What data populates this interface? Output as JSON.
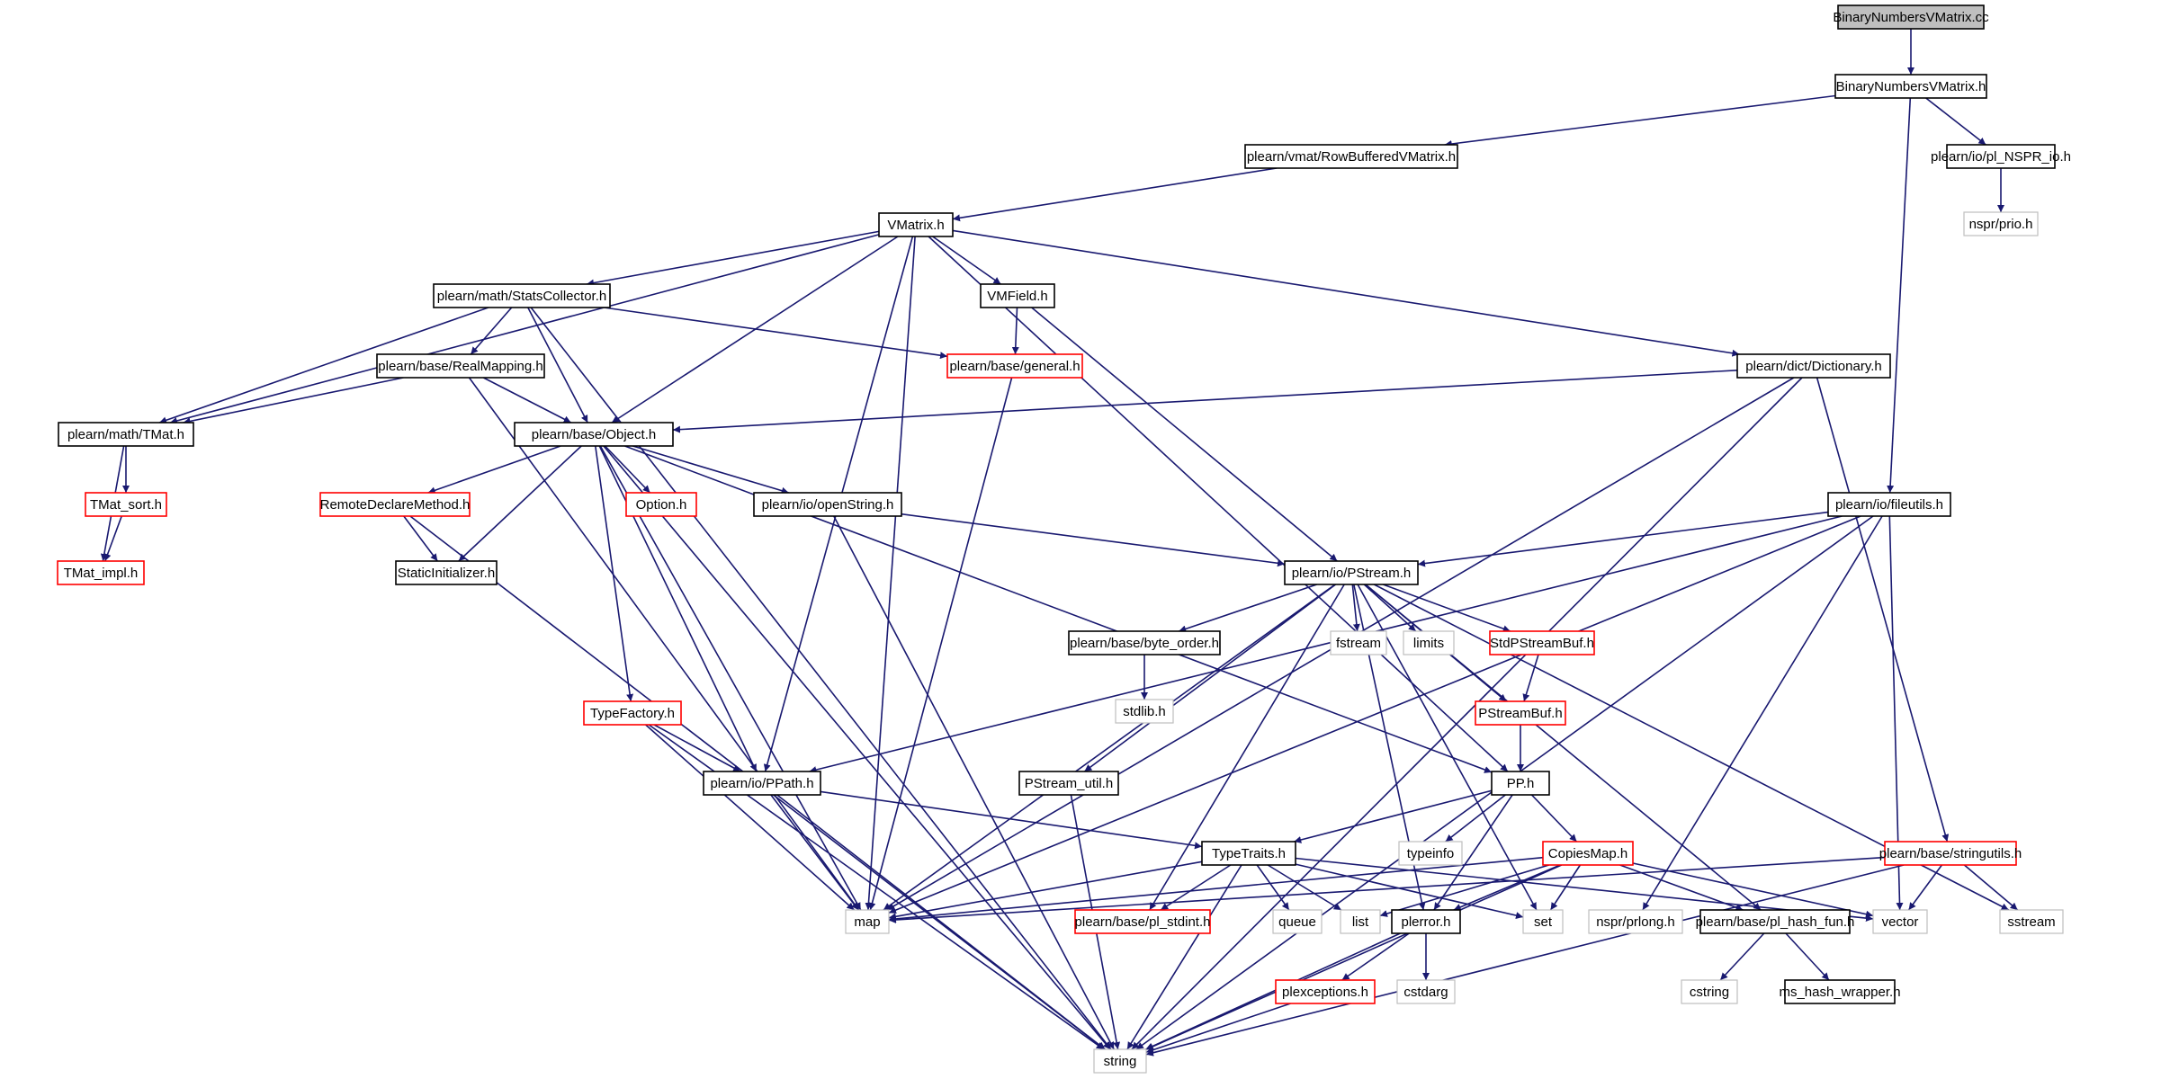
{
  "colors": {
    "edge": "#191970",
    "normal_border": "#000000",
    "truncated_border": "#ff0000",
    "system_border": "#bfbfbf",
    "root_fill": "#bfbfbf",
    "fill": "#ffffff"
  },
  "nodes": [
    {
      "id": "root",
      "label": "BinaryNumbersVMatrix.cc",
      "style": "root"
    },
    {
      "id": "bnvm",
      "label": "BinaryNumbersVMatrix.h",
      "style": "normal"
    },
    {
      "id": "rbvm",
      "label": "plearn/vmat/RowBufferedVMatrix.h",
      "style": "normal"
    },
    {
      "id": "nspr",
      "label": "plearn/io/pl_NSPR_io.h",
      "style": "normal"
    },
    {
      "id": "prio",
      "label": "nspr/prio.h",
      "style": "system"
    },
    {
      "id": "vmatrix",
      "label": "VMatrix.h",
      "style": "normal"
    },
    {
      "id": "stats",
      "label": "plearn/math/StatsCollector.h",
      "style": "normal"
    },
    {
      "id": "vmfield",
      "label": "VMField.h",
      "style": "normal"
    },
    {
      "id": "realmap",
      "label": "plearn/base/RealMapping.h",
      "style": "normal"
    },
    {
      "id": "general",
      "label": "plearn/base/general.h",
      "style": "truncated"
    },
    {
      "id": "dict",
      "label": "plearn/dict/Dictionary.h",
      "style": "normal"
    },
    {
      "id": "tmat",
      "label": "plearn/math/TMat.h",
      "style": "normal"
    },
    {
      "id": "object",
      "label": "plearn/base/Object.h",
      "style": "normal"
    },
    {
      "id": "fileutils",
      "label": "plearn/io/fileutils.h",
      "style": "normal"
    },
    {
      "id": "tmatsort",
      "label": "TMat_sort.h",
      "style": "truncated"
    },
    {
      "id": "remote",
      "label": "RemoteDeclareMethod.h",
      "style": "truncated"
    },
    {
      "id": "option",
      "label": "Option.h",
      "style": "truncated"
    },
    {
      "id": "openstring",
      "label": "plearn/io/openString.h",
      "style": "normal"
    },
    {
      "id": "tmatimpl",
      "label": "TMat_impl.h",
      "style": "truncated"
    },
    {
      "id": "staticinit",
      "label": "StaticInitializer.h",
      "style": "normal"
    },
    {
      "id": "pstream",
      "label": "plearn/io/PStream.h",
      "style": "normal"
    },
    {
      "id": "byteorder",
      "label": "plearn/base/byte_order.h",
      "style": "normal"
    },
    {
      "id": "fstream",
      "label": "fstream",
      "style": "system"
    },
    {
      "id": "limits",
      "label": "limits",
      "style": "system"
    },
    {
      "id": "stdpsb",
      "label": "StdPStreamBuf.h",
      "style": "truncated"
    },
    {
      "id": "stdlib",
      "label": "stdlib.h",
      "style": "system"
    },
    {
      "id": "psb",
      "label": "PStreamBuf.h",
      "style": "truncated"
    },
    {
      "id": "typefactory",
      "label": "TypeFactory.h",
      "style": "truncated"
    },
    {
      "id": "ppath",
      "label": "plearn/io/PPath.h",
      "style": "normal"
    },
    {
      "id": "psutil",
      "label": "PStream_util.h",
      "style": "normal"
    },
    {
      "id": "pp",
      "label": "PP.h",
      "style": "normal"
    },
    {
      "id": "typeinfo",
      "label": "typeinfo",
      "style": "system"
    },
    {
      "id": "typetraits",
      "label": "TypeTraits.h",
      "style": "normal"
    },
    {
      "id": "copiesmap",
      "label": "CopiesMap.h",
      "style": "truncated"
    },
    {
      "id": "stringutils",
      "label": "plearn/base/stringutils.h",
      "style": "truncated"
    },
    {
      "id": "map",
      "label": "map",
      "style": "system"
    },
    {
      "id": "plstdint",
      "label": "plearn/base/pl_stdint.h",
      "style": "truncated"
    },
    {
      "id": "queue",
      "label": "queue",
      "style": "system"
    },
    {
      "id": "list",
      "label": "list",
      "style": "system"
    },
    {
      "id": "plerror",
      "label": "plerror.h",
      "style": "normal"
    },
    {
      "id": "set",
      "label": "set",
      "style": "system"
    },
    {
      "id": "prlong",
      "label": "nspr/prlong.h",
      "style": "system"
    },
    {
      "id": "hashfun",
      "label": "plearn/base/pl_hash_fun.h",
      "style": "normal"
    },
    {
      "id": "vector",
      "label": "vector",
      "style": "system"
    },
    {
      "id": "sstream",
      "label": "sstream",
      "style": "system"
    },
    {
      "id": "plexc",
      "label": "plexceptions.h",
      "style": "truncated"
    },
    {
      "id": "cstdarg",
      "label": "cstdarg",
      "style": "system"
    },
    {
      "id": "cstring",
      "label": "cstring",
      "style": "system"
    },
    {
      "id": "mshash",
      "label": "ms_hash_wrapper.h",
      "style": "normal"
    },
    {
      "id": "string",
      "label": "string",
      "style": "system"
    }
  ],
  "edges": [
    [
      "root",
      "bnvm"
    ],
    [
      "bnvm",
      "rbvm"
    ],
    [
      "bnvm",
      "nspr"
    ],
    [
      "bnvm",
      "fileutils"
    ],
    [
      "nspr",
      "prio"
    ],
    [
      "rbvm",
      "vmatrix"
    ],
    [
      "vmatrix",
      "stats"
    ],
    [
      "vmatrix",
      "vmfield"
    ],
    [
      "vmatrix",
      "dict"
    ],
    [
      "vmatrix",
      "tmat"
    ],
    [
      "vmatrix",
      "object"
    ],
    [
      "vmatrix",
      "map"
    ],
    [
      "vmatrix",
      "ppath"
    ],
    [
      "vmatrix",
      "pp"
    ],
    [
      "stats",
      "realmap"
    ],
    [
      "stats",
      "general"
    ],
    [
      "stats",
      "tmat"
    ],
    [
      "stats",
      "object"
    ],
    [
      "stats",
      "string"
    ],
    [
      "vmfield",
      "general"
    ],
    [
      "vmfield",
      "pstream"
    ],
    [
      "realmap",
      "object"
    ],
    [
      "realmap",
      "tmat"
    ],
    [
      "realmap",
      "map"
    ],
    [
      "general",
      "map"
    ],
    [
      "dict",
      "object"
    ],
    [
      "dict",
      "map"
    ],
    [
      "dict",
      "stringutils"
    ],
    [
      "dict",
      "string"
    ],
    [
      "tmat",
      "tmatsort"
    ],
    [
      "tmat",
      "tmatimpl"
    ],
    [
      "tmatsort",
      "tmatimpl"
    ],
    [
      "object",
      "remote"
    ],
    [
      "object",
      "option"
    ],
    [
      "object",
      "openstring"
    ],
    [
      "object",
      "staticinit"
    ],
    [
      "object",
      "typefactory"
    ],
    [
      "object",
      "ppath"
    ],
    [
      "object",
      "map"
    ],
    [
      "object",
      "string"
    ],
    [
      "object",
      "pp"
    ],
    [
      "remote",
      "staticinit"
    ],
    [
      "remote",
      "string"
    ],
    [
      "openstring",
      "pstream"
    ],
    [
      "openstring",
      "string"
    ],
    [
      "fileutils",
      "pstream"
    ],
    [
      "fileutils",
      "ppath"
    ],
    [
      "fileutils",
      "map"
    ],
    [
      "fileutils",
      "vector"
    ],
    [
      "fileutils",
      "prlong"
    ],
    [
      "fileutils",
      "string"
    ],
    [
      "pstream",
      "byteorder"
    ],
    [
      "pstream",
      "fstream"
    ],
    [
      "pstream",
      "limits"
    ],
    [
      "pstream",
      "stdpsb"
    ],
    [
      "pstream",
      "psb"
    ],
    [
      "pstream",
      "psutil"
    ],
    [
      "pstream",
      "plerror"
    ],
    [
      "pstream",
      "plstdint"
    ],
    [
      "pstream",
      "map"
    ],
    [
      "pstream",
      "set"
    ],
    [
      "pstream",
      "hashfun"
    ],
    [
      "pstream",
      "sstream"
    ],
    [
      "byteorder",
      "stdlib"
    ],
    [
      "stdpsb",
      "psb"
    ],
    [
      "psb",
      "pp"
    ],
    [
      "typefactory",
      "ppath"
    ],
    [
      "typefactory",
      "map"
    ],
    [
      "typefactory",
      "string"
    ],
    [
      "ppath",
      "typetraits"
    ],
    [
      "ppath",
      "map"
    ],
    [
      "ppath",
      "string"
    ],
    [
      "psutil",
      "string"
    ],
    [
      "pp",
      "typeinfo"
    ],
    [
      "pp",
      "typetraits"
    ],
    [
      "pp",
      "copiesmap"
    ],
    [
      "pp",
      "plerror"
    ],
    [
      "typetraits",
      "map"
    ],
    [
      "typetraits",
      "plstdint"
    ],
    [
      "typetraits",
      "queue"
    ],
    [
      "typetraits",
      "list"
    ],
    [
      "typetraits",
      "set"
    ],
    [
      "typetraits",
      "vector"
    ],
    [
      "typetraits",
      "string"
    ],
    [
      "copiesmap",
      "map"
    ],
    [
      "copiesmap",
      "list"
    ],
    [
      "copiesmap",
      "plerror"
    ],
    [
      "copiesmap",
      "set"
    ],
    [
      "copiesmap",
      "hashfun"
    ],
    [
      "copiesmap",
      "vector"
    ],
    [
      "copiesmap",
      "string"
    ],
    [
      "stringutils",
      "map"
    ],
    [
      "stringutils",
      "vector"
    ],
    [
      "stringutils",
      "sstream"
    ],
    [
      "stringutils",
      "string"
    ],
    [
      "plerror",
      "plexc"
    ],
    [
      "plerror",
      "cstdarg"
    ],
    [
      "plerror",
      "string"
    ],
    [
      "plexc",
      "string"
    ],
    [
      "hashfun",
      "cstring"
    ],
    [
      "hashfun",
      "mshash"
    ]
  ]
}
